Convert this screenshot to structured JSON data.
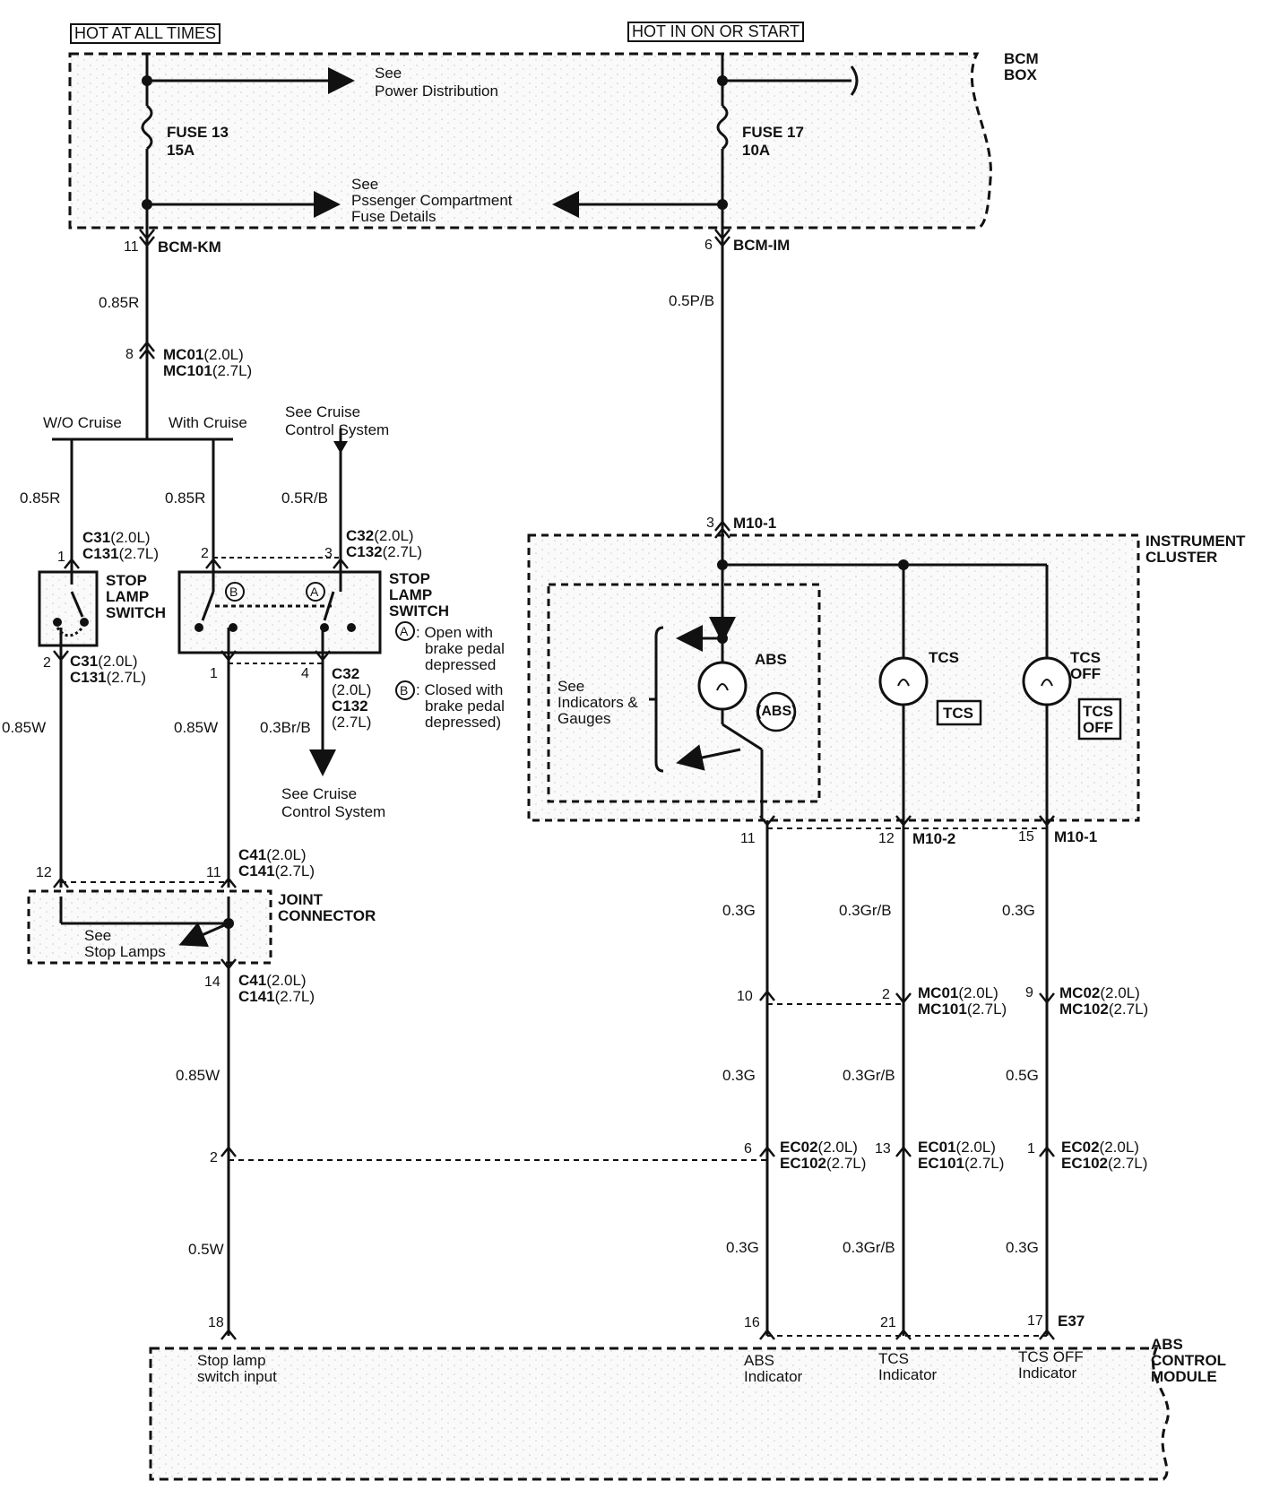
{
  "power": {
    "hot_at_all_times": "HOT AT ALL TIMES",
    "hot_in_on_or_start": "HOT IN ON OR START"
  },
  "bcm": {
    "box_label_1": "BCM",
    "box_label_2": "BOX",
    "see_power_1": "See",
    "see_power_2": "Power Distribution",
    "fuse13_name": "FUSE 13",
    "fuse13_amp": "15A",
    "fuse17_name": "FUSE 17",
    "fuse17_amp": "10A",
    "see_pass_1": "See",
    "see_pass_2": "Pssenger Compartment",
    "see_pass_3": "Fuse Details",
    "pin_km": "11",
    "conn_km": "BCM-KM",
    "pin_im": "6",
    "conn_im": "BCM-IM"
  },
  "wires": {
    "w_085R_top": "0.85R",
    "w_05PB": "0.5P/B",
    "w_085R_wo": "0.85R",
    "w_085R_with": "0.85R",
    "w_05RB": "0.5R/B",
    "w_085W_left": "0.85W",
    "w_085W_mid": "0.85W",
    "w_03BrB": "0.3Br/B",
    "w_085W_low": "0.85W",
    "w_05W": "0.5W",
    "w_03G_a": "0.3G",
    "w_03GrB_a": "0.3Gr/B",
    "w_03G_b": "0.3G",
    "w_03G_c": "0.3G",
    "w_03GrB_b": "0.3Gr/B",
    "w_05G": "0.5G",
    "w_03G_d": "0.3G",
    "w_03GrB_c": "0.3Gr/B",
    "w_03G_e": "0.3G"
  },
  "connectors": {
    "mc01_pin": "8",
    "mc01_a": "MC01",
    "mc01_a_sfx": "(2.0L)",
    "mc01_b": "MC101",
    "mc01_b_sfx": "(2.7L)",
    "wo_cruise": "W/O Cruise",
    "with_cruise": "With Cruise",
    "see_cruise_top_1": "See Cruise",
    "see_cruise_top_2": "Control System",
    "c31_pin_top": "1",
    "c31_a": "C31",
    "c31_a_sfx": "(2.0L)",
    "c31_b": "C131",
    "c31_b_sfx": "(2.7L)",
    "c32_pin2": "2",
    "c32_pin3": "3",
    "c32_a": "C32",
    "c32_a_sfx": "(2.0L)",
    "c32_b": "C132",
    "c32_b_sfx": "(2.7L)",
    "c31_pin_bot": "2",
    "c31_bot_a": "C31",
    "c31_bot_a_sfx": "(2.0L)",
    "c31_bot_b": "C131",
    "c31_bot_b_sfx": "(2.7L)",
    "c32_bot_pin1": "1",
    "c32_bot_pin4": "4",
    "c32_bot_a": "C32",
    "c32_bot_a_sfx": "(2.0L)",
    "c32_bot_b": "C132",
    "c32_bot_b_sfx": "(2.7L)",
    "see_cruise_bot_1": "See Cruise",
    "see_cruise_bot_2": "Control System",
    "c41_pin11": "11",
    "c41_pin12": "12",
    "c41_a": "C41",
    "c41_a_sfx": "(2.0L)",
    "c41_b": "C141",
    "c41_b_sfx": "(2.7L)",
    "c41_pin14": "14",
    "c41_bot_a": "C41",
    "c41_bot_a_sfx": "(2.0L)",
    "c41_bot_b": "C141",
    "c41_bot_b_sfx": "(2.7L)",
    "ec_pin2": "2",
    "m101_pin3": "3",
    "m101_name": "M10-1",
    "m_pin11": "11",
    "m_pin12": "12",
    "m102_name": "M10-2",
    "m_pin15": "15",
    "m101b_name": "M10-1",
    "mc_pin10": "10",
    "mc_pin2": "2",
    "mc01r_a": "MC01",
    "mc01r_a_sfx": "(2.0L)",
    "mc01r_b": "MC101",
    "mc01r_b_sfx": "(2.7L)",
    "mc_pin9": "9",
    "mc02_a": "MC02",
    "mc02_a_sfx": "(2.0L)",
    "mc02_b": "MC102",
    "mc02_b_sfx": "(2.7L)",
    "ec_pin6": "6",
    "ec02_a": "EC02",
    "ec02_a_sfx": "(2.0L)",
    "ec02_b": "EC102",
    "ec02_b_sfx": "(2.7L)",
    "ec_pin13": "13",
    "ec01_a": "EC01",
    "ec01_a_sfx": "(2.0L)",
    "ec01_b": "EC101",
    "ec01_b_sfx": "(2.7L)",
    "ec_pin1": "1",
    "ec02b_a": "EC02",
    "ec02b_a_sfx": "(2.0L)",
    "ec02b_b": "EC102",
    "ec02b_b_sfx": "(2.7L)",
    "e37_pin18": "18",
    "e37_pin16": "16",
    "e37_pin21": "21",
    "e37_pin17": "17",
    "e37_name": "E37"
  },
  "switches": {
    "stop_lamp_1_l1": "STOP",
    "stop_lamp_1_l2": "LAMP",
    "stop_lamp_1_l3": "SWITCH",
    "stop_lamp_2_l1": "STOP",
    "stop_lamp_2_l2": "LAMP",
    "stop_lamp_2_l3": "SWITCH",
    "mark_a": "A",
    "mark_b": "B",
    "note_a_1": ": Open with",
    "note_a_2": "brake pedal",
    "note_a_3": "depressed",
    "note_b_1": ": Closed with",
    "note_b_2": "brake pedal",
    "note_b_3": "depressed)"
  },
  "joint": {
    "label_1": "JOINT",
    "label_2": "CONNECTOR",
    "see_1": "See",
    "see_2": "Stop Lamps"
  },
  "cluster": {
    "label_1": "INSTRUMENT",
    "label_2": "CLUSTER",
    "see_1": "See",
    "see_2": "Indicators &",
    "see_3": "Gauges",
    "abs_lamp": "ABS",
    "abs_symbol": "(ABS)",
    "tcs_lamp": "TCS",
    "tcs_symbol": "TCS",
    "tcsoff_lamp_1": "TCS",
    "tcsoff_lamp_2": "OFF",
    "tcsoff_symbol_1": "TCS",
    "tcsoff_symbol_2": "OFF"
  },
  "module": {
    "label_1": "ABS",
    "label_2": "CONTROL",
    "label_3": "MODULE",
    "stop_input_1": "Stop lamp",
    "stop_input_2": "switch input",
    "abs_ind_1": "ABS",
    "abs_ind_2": "Indicator",
    "tcs_ind_1": "TCS",
    "tcs_ind_2": "Indicator",
    "tcsoff_ind_1": "TCS OFF",
    "tcsoff_ind_2": "Indicator"
  }
}
